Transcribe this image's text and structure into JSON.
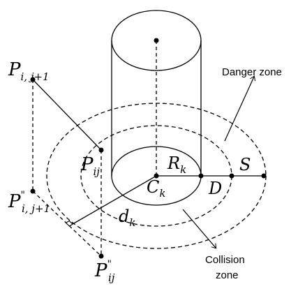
{
  "labels": {
    "p_i_j1": {
      "main": "P",
      "sub": "i, j+1"
    },
    "p_ij": {
      "main": "P",
      "sub": "ij"
    },
    "p_i_j1_dd": {
      "main": "P",
      "sup": "\"",
      "sub": "i, j+1"
    },
    "p_ij_dd": {
      "main": "P",
      "sup": "\"",
      "sub": "ij"
    },
    "c_k": {
      "main": "C",
      "sub": "k"
    },
    "r_k": {
      "main": "R",
      "sub": "k"
    },
    "d_k": {
      "main": "d",
      "sub": "k"
    },
    "d": "D",
    "s": "S",
    "danger_zone": "Danger zone",
    "collision_zone_line1": "Collision",
    "collision_zone_line2": "zone"
  }
}
